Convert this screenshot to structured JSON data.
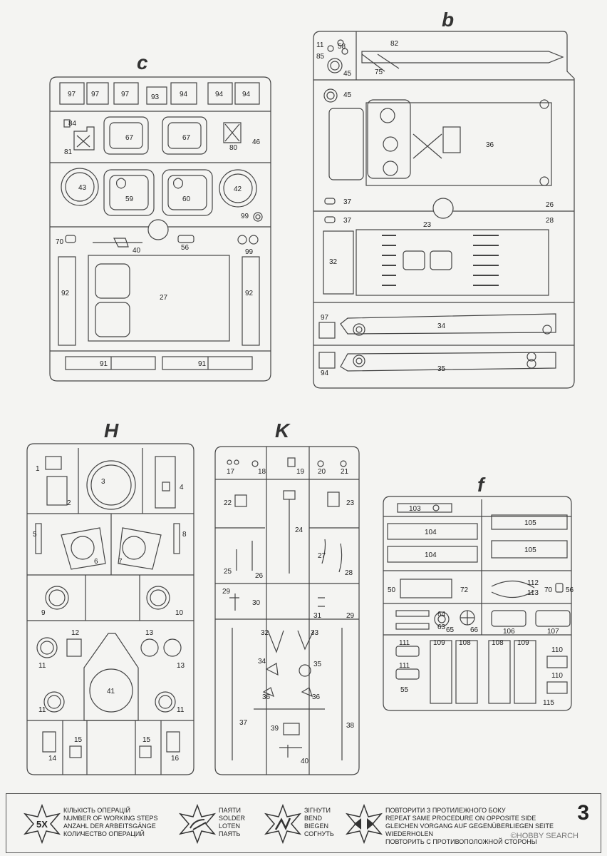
{
  "sprues": {
    "c": {
      "letter": "c"
    },
    "b": {
      "letter": "b"
    },
    "H": {
      "letter": "H"
    },
    "K": {
      "letter": "K"
    },
    "f": {
      "letter": "f"
    }
  },
  "parts_c": [
    "97",
    "97",
    "97",
    "93",
    "94",
    "94",
    "94",
    "84",
    "81",
    "67",
    "67",
    "80",
    "46",
    "43",
    "59",
    "60",
    "42",
    "99",
    "70",
    "40",
    "56",
    "99",
    "92",
    "27",
    "92",
    "91",
    "91"
  ],
  "parts_b": [
    "11",
    "58",
    "85",
    "45",
    "82",
    "75",
    "45",
    "36",
    "37",
    "26",
    "37",
    "23",
    "28",
    "32",
    "97",
    "34",
    "94",
    "35"
  ],
  "parts_H": [
    "1",
    "2",
    "3",
    "4",
    "5",
    "6",
    "7",
    "8",
    "9",
    "10",
    "12",
    "13",
    "13",
    "11",
    "41",
    "11",
    "11",
    "14",
    "15",
    "15",
    "16"
  ],
  "parts_K": [
    "17",
    "18",
    "19",
    "20",
    "21",
    "22",
    "23",
    "24",
    "25",
    "26",
    "27",
    "28",
    "29",
    "30",
    "31",
    "29",
    "32",
    "33",
    "34",
    "35",
    "36",
    "36",
    "37",
    "38",
    "39",
    "40"
  ],
  "parts_f": [
    "103",
    "104",
    "104",
    "105",
    "105",
    "50",
    "72",
    "112",
    "113",
    "70",
    "56",
    "64",
    "63",
    "65",
    "66",
    "106",
    "107",
    "111",
    "111",
    "109",
    "108",
    "108",
    "109",
    "110",
    "110",
    "55",
    "115"
  ],
  "legend": {
    "steps": {
      "badge": "5X",
      "lines": [
        "КІЛЬКІСТЬ ОПЕРАЦІЙ",
        "NUMBER OF WORKING STEPS",
        "ANZAHL DER ARBEITSGÄNGE",
        "КОЛИЧЕСТВО ОПЕРАЦИЙ"
      ]
    },
    "solder": {
      "lines": [
        "ПАЯТИ",
        "SOLDER",
        "LOTEN",
        "ПАЯТЬ"
      ]
    },
    "bend": {
      "lines": [
        "ЗІГНУТИ",
        "BEND",
        "BIEGEN",
        "СОГНУТЬ"
      ]
    },
    "repeat": {
      "lines": [
        "ПОВТОРИТИ З ПРОТИЛЕЖНОГО БОКУ",
        "REPEAT SAME PROCEDURE ON OPPOSITE SIDE",
        "GLEICHEN VORGANG AUF GEGENÜBERLIEGEN SEITE WIEDERHOLEN",
        "ПОВТОРИТЬ С ПРОТИВОПОЛОЖНОЙ СТОРОНЫ"
      ]
    }
  },
  "page_number": "3",
  "watermark": "©HOBBY SEARCH"
}
